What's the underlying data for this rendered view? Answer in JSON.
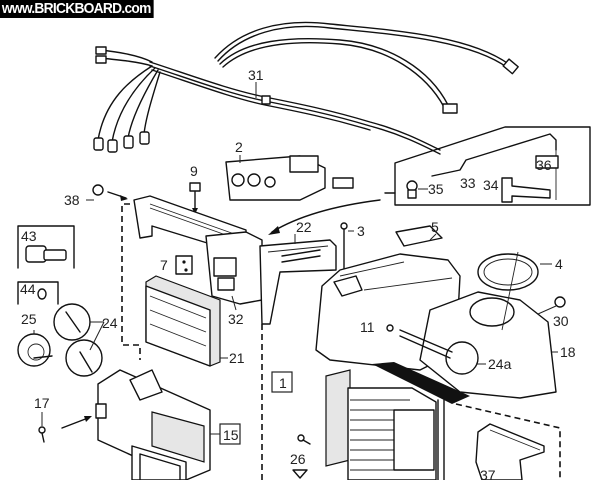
{
  "watermark": "www.BRICKBOARD.com",
  "callouts": {
    "p1": "1",
    "p2": "2",
    "p3": "3",
    "p4": "4",
    "p5": "5",
    "p7": "7",
    "p9": "9",
    "p11": "11",
    "p15": "15",
    "p17": "17",
    "p18": "18",
    "p21": "21",
    "p22": "22",
    "p24": "24",
    "p24a": "24a",
    "p25": "25",
    "p26": "26",
    "p30": "30",
    "p31": "31",
    "p32": "32",
    "p33": "33",
    "p34": "34",
    "p35": "35",
    "p36": "36",
    "p37": "37",
    "p38": "38",
    "p43": "43",
    "p44": "44"
  }
}
